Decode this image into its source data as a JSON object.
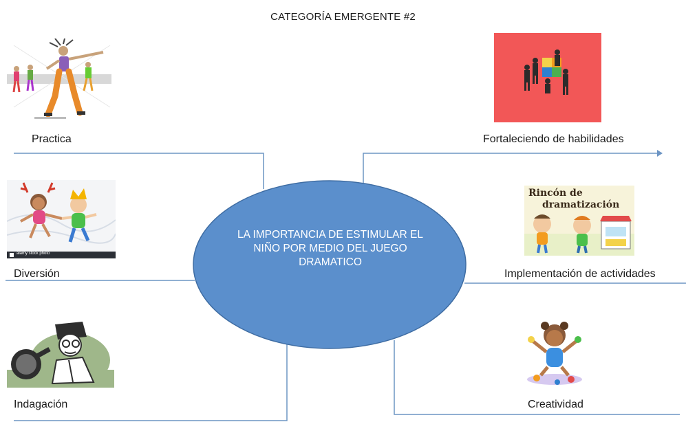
{
  "title": "CATEGORÍA EMERGENTE #2",
  "center": {
    "text": "LA IMPORTANCIA DE ESTIMULAR EL NIÑO POR MEDIO DEL JUEGO DRAMATICO",
    "fill_color": "#5b8fcc",
    "stroke_color": "#3f6da3"
  },
  "connector_color": "#6d95c4",
  "branches": {
    "practica": {
      "label": "Practica",
      "image": "dancing-people-illustration"
    },
    "diversion": {
      "label": "Diversión",
      "image": "children-playing-illustration",
      "caption": "alamy stock photo"
    },
    "indagacion": {
      "label": "Indagación",
      "image": "detective-magnifying-glass-illustration"
    },
    "fortaleciendo": {
      "label": "Fortaleciendo de habilidades",
      "image": "business-puzzle-team-illustration"
    },
    "implementacion": {
      "label": "Implementación de actividades",
      "image": "rincon-de-dramatizacion-illustration",
      "caption_line1": "Rincón de",
      "caption_line2": "dramatización"
    },
    "creatividad": {
      "label": "Creatividad",
      "image": "child-painting-illustration"
    }
  }
}
